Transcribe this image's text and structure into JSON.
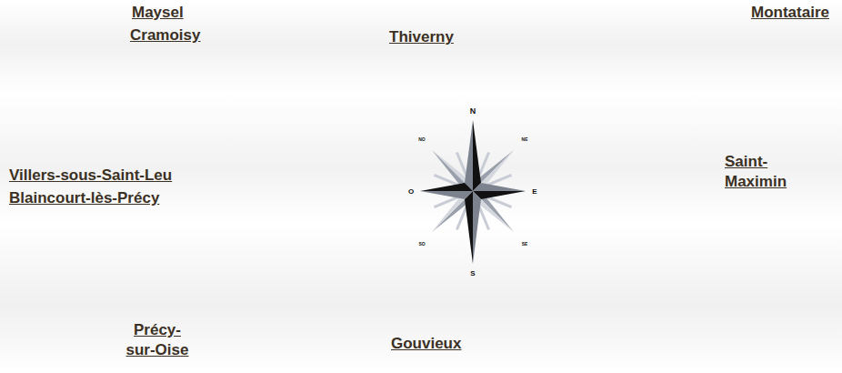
{
  "diagram": {
    "labels": [
      "Maysel",
      "Cramoisy",
      "Thiverny",
      "Montataire",
      "N",
      "NO",
      "NE",
      "Villers-sous-Saint-Leu",
      "Blaincourt-lès-Précy",
      "O",
      "E",
      "Saint-Maximin",
      "SO",
      "SE",
      "S",
      "Précy-sur-Oise",
      "Gouvieux"
    ]
  }
}
